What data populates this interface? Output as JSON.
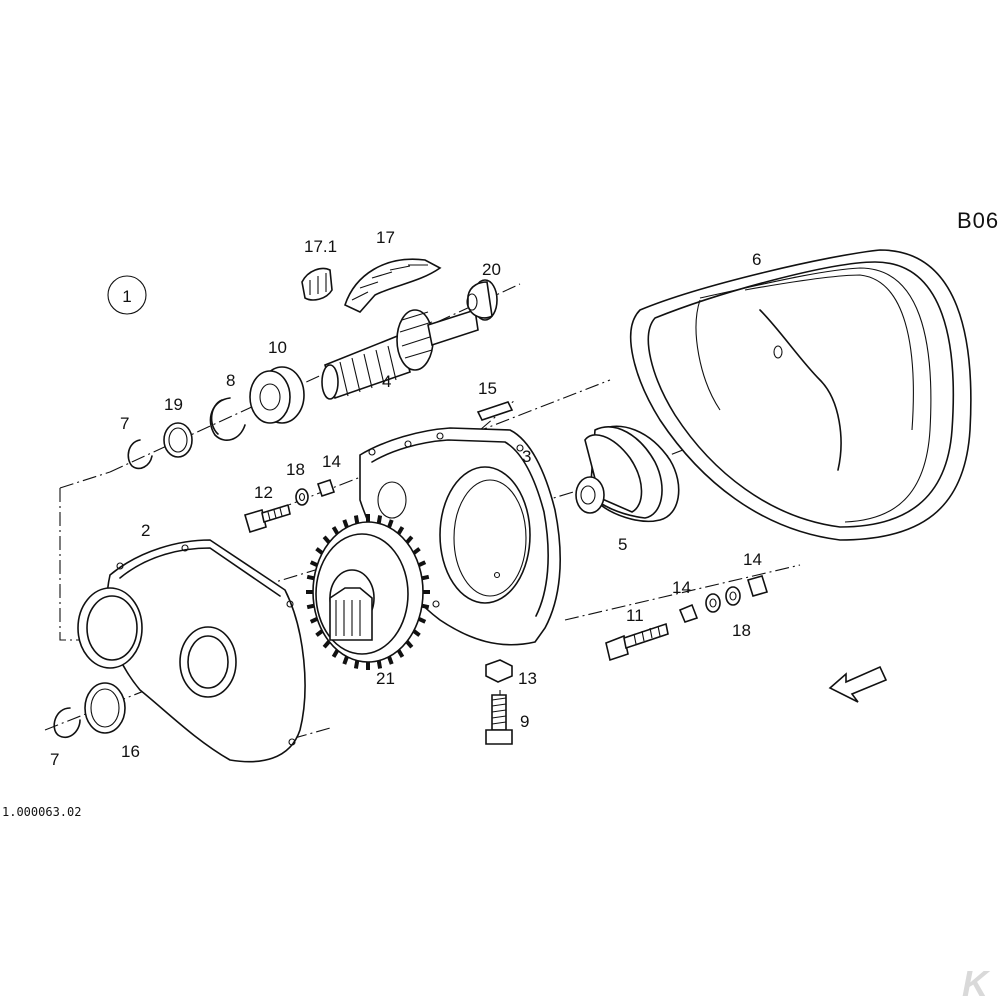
{
  "sheet_code": "B06",
  "view_marker": "1",
  "drawing_number": "1.000063.02",
  "watermark_glyph": "K",
  "part_labels": {
    "p2": "2",
    "p3": "3",
    "p4": "4",
    "p5": "5",
    "p6": "6",
    "p7a": "7",
    "p7b": "7",
    "p8": "8",
    "p9": "9",
    "p10": "10",
    "p11": "11",
    "p12": "12",
    "p13": "13",
    "p14a": "14",
    "p14b": "14",
    "p14c": "14",
    "p15": "15",
    "p16": "16",
    "p17": "17",
    "p17_1": "17.1",
    "p18a": "18",
    "p18b": "18",
    "p19": "19",
    "p20": "20",
    "p21": "21"
  },
  "icons": [
    "direction-arrow-icon",
    "circled-view-number",
    "k-logo-watermark"
  ]
}
